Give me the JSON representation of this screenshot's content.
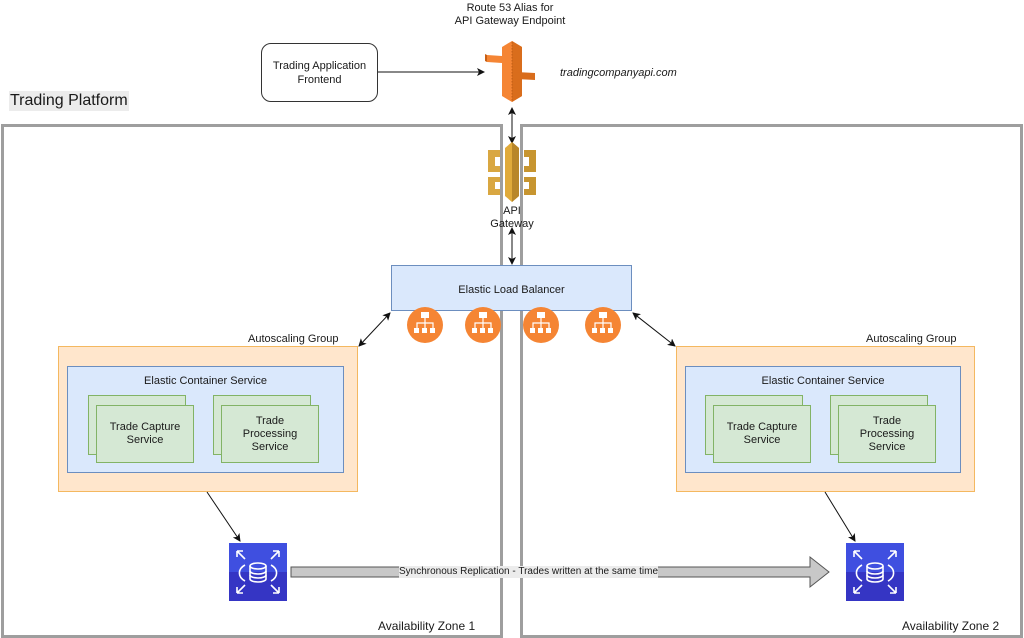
{
  "platform_label": "Trading Platform",
  "frontend": {
    "label_line1": "Trading Application",
    "label_line2": "Frontend"
  },
  "route53": {
    "title_line1": "Route 53 Alias for",
    "title_line2": "API Gateway Endpoint",
    "domain": "tradingcompanyapi.com",
    "icon": "route53-icon",
    "color": "#f58534"
  },
  "api_gateway": {
    "label_line1": "API",
    "label_line2": "Gateway",
    "icon": "api-gateway-icon",
    "color": "#d9a741"
  },
  "load_balancer": {
    "label": "Elastic Load Balancer",
    "icon": "load-balancer-icon",
    "icon_count": 4,
    "color": "#f58534"
  },
  "zones": [
    {
      "label": "Availability Zone 1",
      "autoscaling_label": "Autoscaling Group",
      "ecs_label": "Elastic Container Service",
      "services": [
        {
          "line1": "Trade Capture",
          "line2": "Service",
          "line3": ""
        },
        {
          "line1": "Trade",
          "line2": "Processing",
          "line3": "Service"
        }
      ],
      "database_icon": "rds-database-icon"
    },
    {
      "label": "Availability Zone 2",
      "autoscaling_label": "Autoscaling Group",
      "ecs_label": "Elastic Container Service",
      "services": [
        {
          "line1": "Trade Capture",
          "line2": "Service",
          "line3": ""
        },
        {
          "line1": "Trade",
          "line2": "Processing",
          "line3": "Service"
        }
      ],
      "database_icon": "rds-database-icon"
    }
  ],
  "replication": {
    "label": "Synchronous Replication - Trades written at the same time"
  },
  "colors": {
    "zone_border": "#9e9e9e",
    "autoscaling_fill": "#ffe6cc",
    "autoscaling_border": "#f4b860",
    "ecs_fill": "#dae8fc",
    "ecs_border": "#6c8ebf",
    "service_fill": "#d5e8d4",
    "service_border": "#82b366",
    "rds": "#3b48cc"
  }
}
